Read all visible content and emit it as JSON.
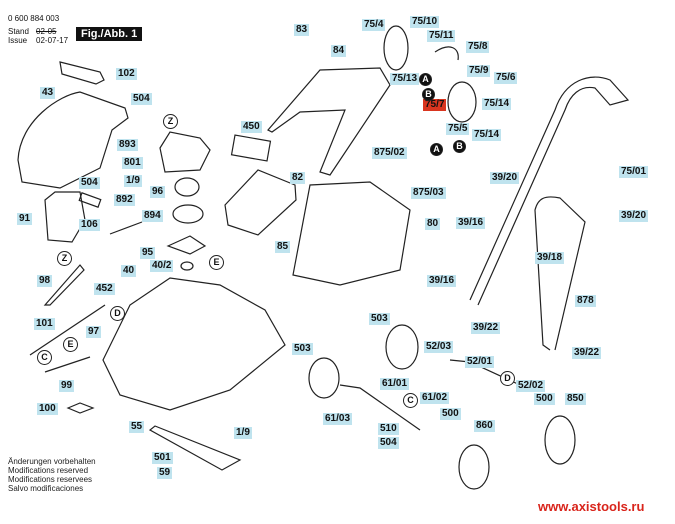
{
  "header": {
    "part_number": "0 600 884 003",
    "stand_label": "Stand",
    "issue_label": "Issue",
    "stand_date": "02-05",
    "issue_date": "02-07-17",
    "figure": "Fig./Abb. 1"
  },
  "labels": {
    "l102": "102",
    "l43": "43",
    "l504a": "504",
    "l893": "893",
    "l801": "801",
    "l19a": "1/9",
    "l504b": "504",
    "l96": "96",
    "l892": "892",
    "l91": "91",
    "l106": "106",
    "l894": "894",
    "l450": "450",
    "l83": "83",
    "l84": "84",
    "l82": "82",
    "l85": "85",
    "l95": "95",
    "l40": "40",
    "l402": "40/2",
    "l98": "98",
    "l452": "452",
    "l101": "101",
    "l97": "97",
    "l99": "99",
    "l100": "100",
    "l55": "55",
    "l19b": "1/9",
    "l501": "501",
    "l59": "59",
    "l754": "75/4",
    "l7510": "75/10",
    "l7511": "75/11",
    "l758": "75/8",
    "l7513": "75/13",
    "l759": "75/9",
    "l756": "75/6",
    "l757": "75/7",
    "l7514a": "75/14",
    "l755": "75/5",
    "l7514b": "75/14",
    "l87502": "875/02",
    "l87503": "875/03",
    "l80": "80",
    "l3920a": "39/20",
    "l7501": "75/01",
    "l3916a": "39/16",
    "l3920b": "39/20",
    "l3918": "39/18",
    "l3916b": "39/16",
    "l878": "878",
    "l3922a": "39/22",
    "l3922b": "39/22",
    "l503a": "503",
    "l5203": "52/03",
    "l5201": "52/01",
    "l503b": "503",
    "l6101": "61/01",
    "l5202": "52/02",
    "l500a": "500",
    "l850": "850",
    "l6103": "61/03",
    "l6102": "61/02",
    "l500b": "500",
    "l510": "510",
    "l504c": "504",
    "l860": "860"
  },
  "letters": {
    "z1": "Z",
    "z2": "Z",
    "e1": "E",
    "e2": "E",
    "d1": "D",
    "d2": "D",
    "c1": "C",
    "c2": "C",
    "a1": "A",
    "b1": "B",
    "a2": "A",
    "b2": "B"
  },
  "highlight_color": "#bfe3ee",
  "selected_part_color": "#d9351f",
  "notes": [
    "Änderungen vorbehalten",
    "Modifications reserved",
    "Modifications reservees",
    "Salvo modificaciones"
  ],
  "website": "www.axistools.ru"
}
